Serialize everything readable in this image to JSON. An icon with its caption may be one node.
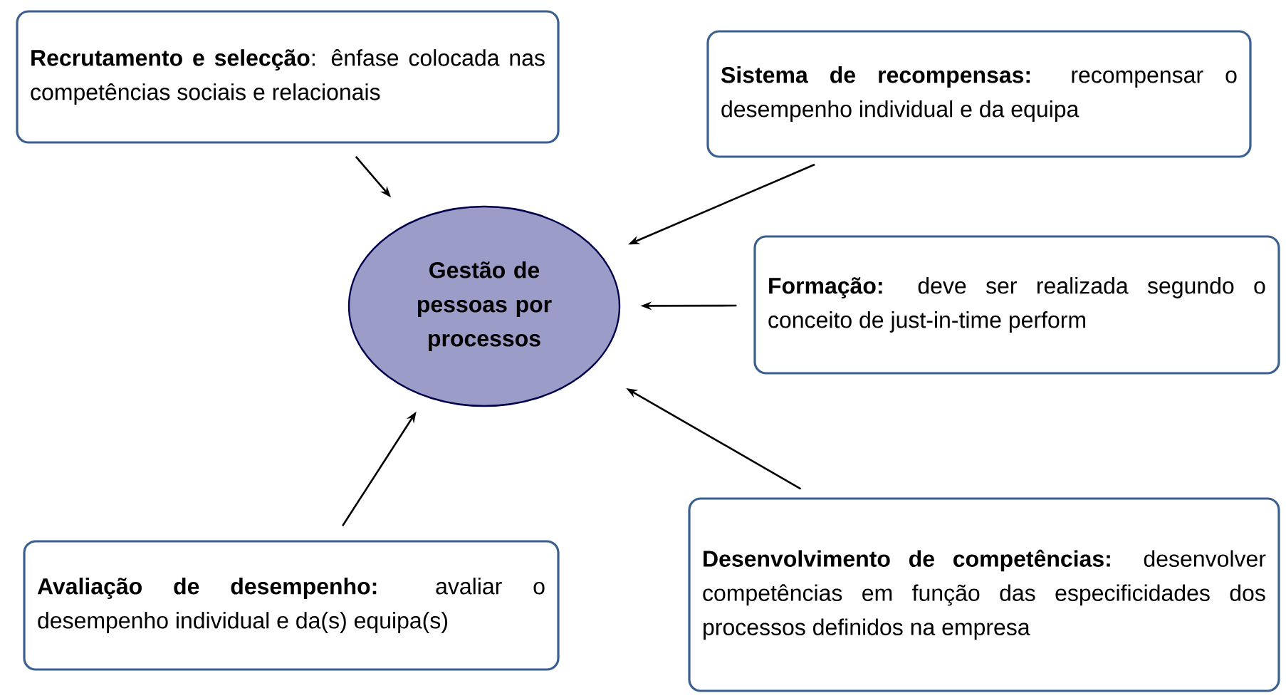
{
  "diagram": {
    "nodes": [
      {
        "text": [
          "Gestão de pessoas por processos"
        ]
      },
      {
        "text": [
          "**Recrutamento e selecção**: ênfase colocada nas competências sociais e relacionais"
        ]
      },
      {
        "text": [
          "**Sistema de recompensas:** recompensar o desempenho individual e da equipa"
        ]
      },
      {
        "text": [
          "**Formação:** deve ser realizada segundo o conceito de just-in-time perform"
        ]
      },
      {
        "text": [
          "**Avaliação de desempenho:** avaliar o desempenho individual e da(s) equipa(s)"
        ]
      },
      {
        "text": [
          "**Desenvolvimento de competências:** desenvolver competências em função das especificidades dos processos definidos na empresa"
        ]
      }
    ],
    "edges": [
      {
        "from": 1,
        "to": 0,
        "arrow": "to"
      },
      {
        "from": 2,
        "to": 0,
        "arrow": "to"
      },
      {
        "from": 3,
        "to": 0,
        "arrow": "to"
      },
      {
        "from": 5,
        "to": 0,
        "arrow": "to"
      },
      {
        "from": 4,
        "to": 0,
        "arrow": "to"
      }
    ]
  }
}
